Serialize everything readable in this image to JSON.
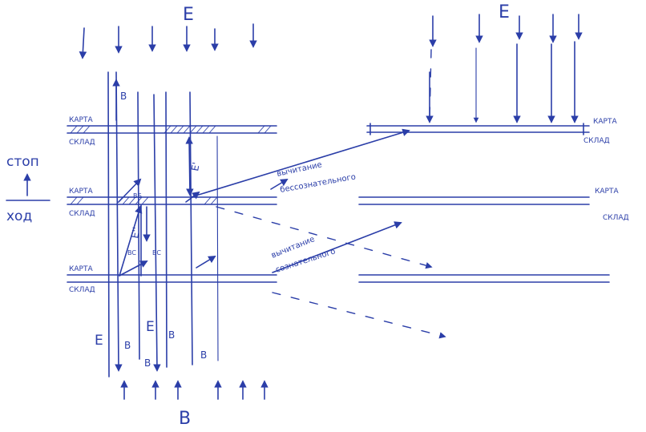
{
  "labels": {
    "e_top_left": "E",
    "e_top_right": "E",
    "b_bottom": "B",
    "stop": "стоп",
    "hod": "ход",
    "karta": "КАРТА",
    "sklad": "СКЛАД",
    "b": "B",
    "e": "E",
    "e_prime": "E'",
    "e_double_prime": "E''",
    "bb": "BБ",
    "bc": "BC",
    "vychitanie": "вычитание",
    "bessoznatelnogo": "бессознательного",
    "soznatelnogo": "сознательного"
  },
  "colors": {
    "ink": "#2b3ea8",
    "paper": "#ffffff"
  }
}
